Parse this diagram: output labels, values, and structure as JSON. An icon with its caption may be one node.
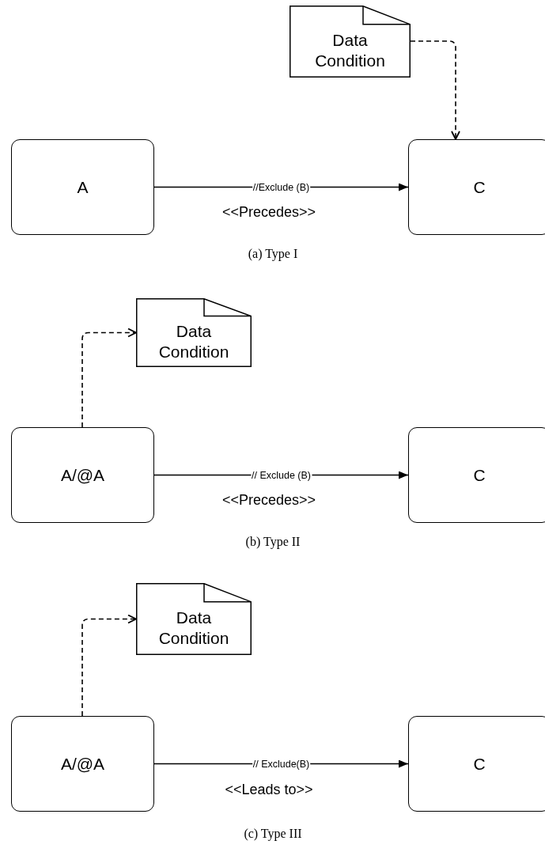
{
  "diagram": {
    "nodes": [
      {
        "text": [
          "Data Condition"
        ]
      },
      {
        "text": [
          "A"
        ]
      },
      {
        "text": [
          "C"
        ]
      },
      {
        "text": [
          "Data Condition"
        ]
      },
      {
        "text": [
          "A/@A"
        ]
      },
      {
        "text": [
          "C"
        ]
      },
      {
        "text": [
          "Data Condition"
        ]
      },
      {
        "text": [
          "A/@A"
        ]
      },
      {
        "text": [
          "C"
        ]
      }
    ],
    "edges": [
      {
        "from": 0,
        "to": 2,
        "arrow": "to",
        "style": "dashed"
      },
      {
        "from": 1,
        "to": 2,
        "arrow": "to",
        "label": "//Exclude (B)"
      },
      {
        "from": 4,
        "to": 3,
        "arrow": "to",
        "style": "dashed"
      },
      {
        "from": 4,
        "to": 5,
        "arrow": "to",
        "label": "// Exclude (B)"
      },
      {
        "from": 7,
        "to": 6,
        "arrow": "to",
        "style": "dashed"
      },
      {
        "from": 7,
        "to": 8,
        "arrow": "to",
        "label": "// Exclude(B)"
      }
    ],
    "labels": [
      "<<Precedes>>",
      "(a) Type I",
      "<<Precedes>>",
      "(b) Type II",
      "<<Leads to>>",
      "(c) Type III"
    ]
  }
}
